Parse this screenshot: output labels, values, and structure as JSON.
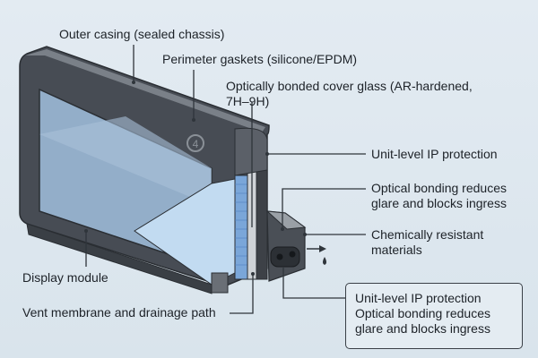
{
  "title": "Sealed display unit cross-section",
  "callouts": {
    "outer_casing": "Outer casing (sealed chassis)",
    "gaskets": "Perimeter gaskets (silicone/EPDM)",
    "cover_glass_line1": "Optically bonded cover glass (AR-hardened,",
    "cover_glass_line2": "7H–9H)",
    "ip_protection": "Unit-level IP protection",
    "optical_bonding_line1": "Optical bonding reduces",
    "optical_bonding_line2": "glare and blocks ingress",
    "chemical_line1": "Chemically resistant",
    "chemical_line2": "materials",
    "display_module": "Display module",
    "vent": "Vent membrane and drainage path"
  },
  "summary_box": {
    "line1": "Unit-level IP protection",
    "line2": "Optical bonding reduces",
    "line3": "glare and blocks ingress"
  },
  "badge_number": "4",
  "colors": {
    "casing": "#4b5058",
    "casing_edge": "#6d737b",
    "screen": "#9fb8d2",
    "glass": "#bcd6ee",
    "bond_layer": "#6f9fd6",
    "gasket": "#c8ccd0",
    "line": "#2f353b"
  }
}
